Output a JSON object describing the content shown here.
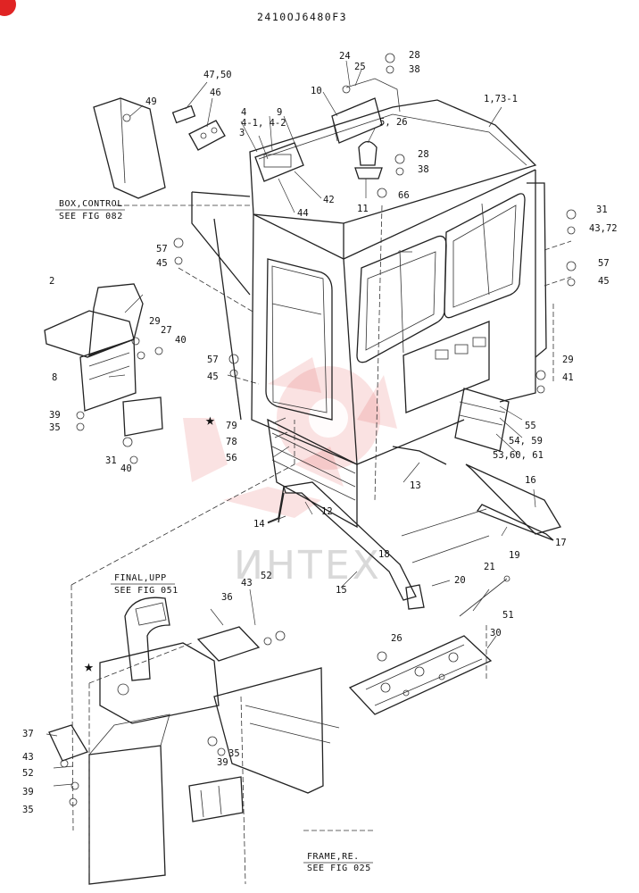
{
  "drawing_number": "2410OJ6480F3",
  "watermark": "ИНТЕХ",
  "colors": {
    "ink": "#222222",
    "watermark": "#e34a4a",
    "badge": "#e02424"
  },
  "references": {
    "box_control": {
      "title": "BOX,CONTROL",
      "see": "SEE FIG 082"
    },
    "final_upp": {
      "title": "FINAL,UPP",
      "see": "SEE FIG 051"
    },
    "frame_ref": {
      "title": "FRAME,RE.",
      "see": "SEE FIG 025"
    }
  },
  "callouts": {
    "c49": "49",
    "c4750": "47,50",
    "c46": "46",
    "c4142": "4-1, 4-2",
    "c4": "4",
    "c9": "9",
    "c3": "3",
    "c42": "42",
    "c44": "44",
    "c10": "10",
    "c24": "24",
    "c25": "25",
    "c28a": "28",
    "c38a": "38",
    "c1731": "1,73-1",
    "c526": "5, 26",
    "c28b": "28",
    "c38b": "38",
    "c11": "11",
    "c66": "66",
    "c57a": "57",
    "c45a": "45",
    "c2": "2",
    "c29a": "29",
    "c27": "27",
    "c40a": "40",
    "c8": "8",
    "c39a": "39",
    "c35a": "35",
    "c31a": "31",
    "c40b": "40",
    "c57b": "57",
    "c45b": "45",
    "c79": "79",
    "c78": "78",
    "c56": "56",
    "c31b": "31",
    "c4372": "43,72",
    "c57c": "57",
    "c45c": "45",
    "c29b": "29",
    "c41": "41",
    "c55": "55",
    "c5459": "54, 59",
    "c536061": "53,60, 61",
    "c13": "13",
    "c12": "12",
    "c14": "14",
    "c16": "16",
    "c17": "17",
    "c19": "19",
    "c18": "18",
    "c21": "21",
    "c20": "20",
    "c15": "15",
    "c51": "51",
    "c52a": "52",
    "c43a": "43",
    "c36": "36",
    "c26": "26",
    "c30": "30",
    "c37": "37",
    "c43b": "43",
    "c52b": "52",
    "c39b": "39",
    "c35b": "35",
    "c39c": "39",
    "c35c": "35"
  }
}
